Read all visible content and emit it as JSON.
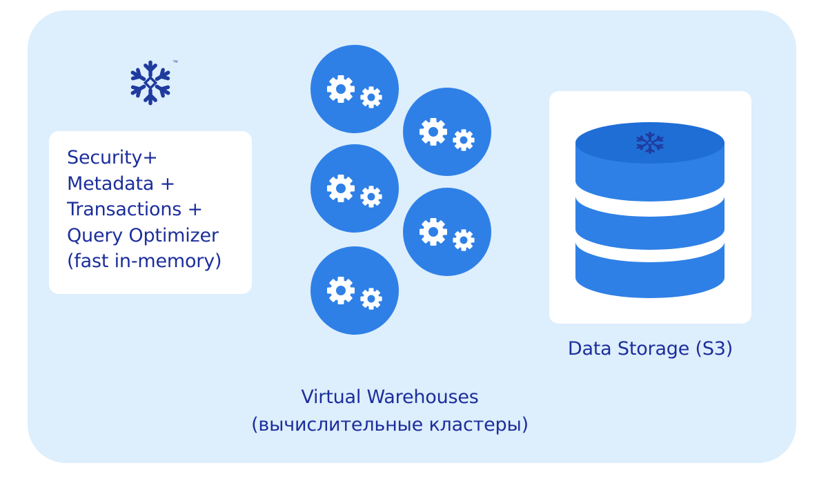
{
  "control_plane": {
    "logo_icon": "snowflake-logo-icon",
    "trademark": "™",
    "lines": [
      "Security+",
      "Metadata +",
      "Transactions +",
      "Query Optimizer",
      "(fast in-memory)"
    ]
  },
  "compute": {
    "node_icon": "gears-icon",
    "node_count": 5,
    "caption_line1": "Virtual Warehouses",
    "caption_line2": "(вычислительные кластеры)"
  },
  "storage": {
    "icon": "database-cylinder-icon",
    "caption": "Data Storage (S3)"
  },
  "colors": {
    "background_panel": "#ddeefc",
    "card": "#ffffff",
    "node_blue": "#2f80e6",
    "text_navy": "#1c2e9b",
    "logo_navy": "#1f3b9e"
  }
}
